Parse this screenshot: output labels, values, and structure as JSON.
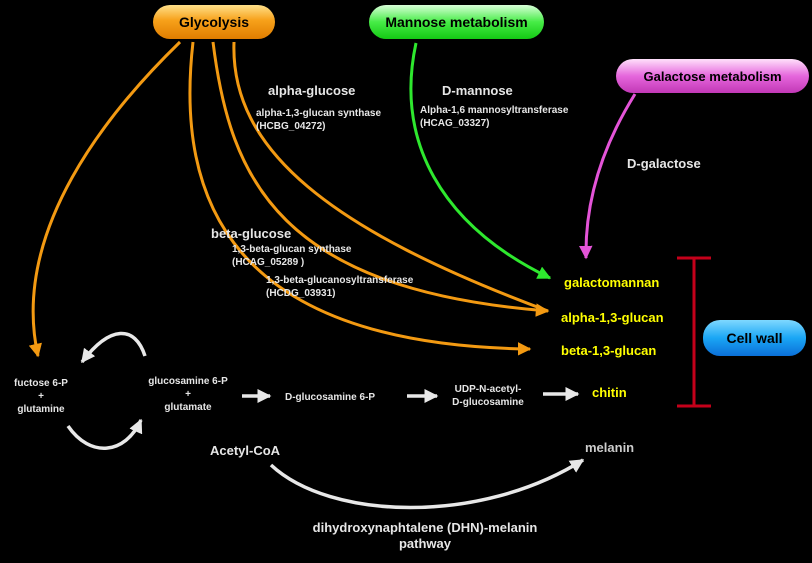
{
  "colors": {
    "background": "#000000",
    "glycolysis": "#f39a12",
    "mannose": "#2ee82e",
    "galactose": "#e454d8",
    "cell_wall_box": "#1aa6f5",
    "inhibit_bar": "#c4001a",
    "product_text": "#ffff00",
    "label_text": "#e6e6e6",
    "neutral_arrow": "#e8e8e8"
  },
  "sources": {
    "glycolysis": "Glycolysis",
    "mannose": "Mannose metabolism",
    "galactose": "Galactose metabolism"
  },
  "cell_wall": "Cell wall",
  "sugars": {
    "alpha_glucose": "alpha-glucose",
    "d_mannose": "D-mannose",
    "d_galactose": "D-galactose",
    "beta_glucose": "beta-glucose"
  },
  "enzymes": {
    "alpha_synthase": "alpha-1,3-glucan synthase",
    "alpha_synthase_id": "(HCBG_04272)",
    "mannosyl": "Alpha-1,6 mannosyltransferase",
    "mannosyl_id": "(HCAG_03327)",
    "beta_synthase": "1,3-beta-glucan synthase",
    "beta_synthase_id": "(HCAG_05289 )",
    "beta_transferase": "1,3-beta-glucanosyltransferase",
    "beta_transferase_id": "(HCDG_03931)"
  },
  "products": {
    "galactomannan": "galactomannan",
    "alpha_glucan": "alpha-1,3-glucan",
    "beta_glucan": "beta-1,3-glucan",
    "chitin": "chitin"
  },
  "chitin_path": {
    "fructose_l1": "fuctose 6-P",
    "fructose_l2": "+",
    "fructose_l3": "glutamine",
    "glucosamine_l1": "glucosamine 6-P",
    "glucosamine_l2": "+",
    "glucosamine_l3": "glutamate",
    "d_glucosamine": "D-glucosamine 6-P",
    "udp_l1": "UDP-N-acetyl-",
    "udp_l2": "D-glucosamine"
  },
  "melanin_path": {
    "acetyl_coa": "Acetyl-CoA",
    "melanin": "melanin",
    "pathway_l1": "dihydroxynaphtalene (DHN)-melanin",
    "pathway_l2": "pathway"
  }
}
